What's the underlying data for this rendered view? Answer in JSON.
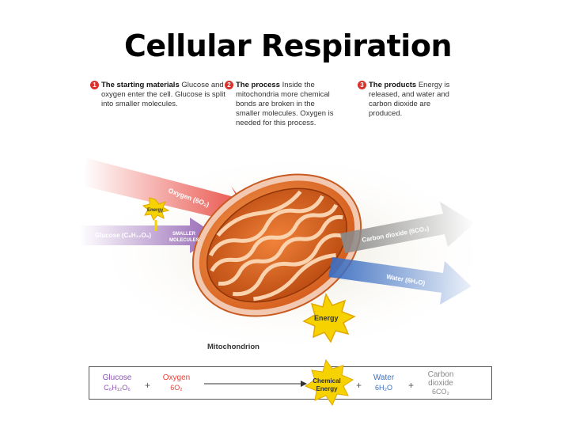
{
  "title": "Cellular Respiration",
  "steps": [
    {
      "num": "1",
      "heading": "The starting materials",
      "text": "Glucose and oxygen enter the cell. Glucose is split into smaller molecules."
    },
    {
      "num": "2",
      "heading": "The process",
      "text": "Inside the mitochondria more chemical bonds are broken in the smaller molecules. Oxygen is needed for this process."
    },
    {
      "num": "3",
      "heading": "The products",
      "text": "Energy is released, and water and carbon dioxide are produced."
    }
  ],
  "arrows": {
    "oxygen": "Oxygen (6O₂)",
    "glucose": "Glucose (C₆H₁₂O₆)",
    "smaller_molecules_1": "SMALLER",
    "smaller_molecules_2": "MOLECULES",
    "carbon_dioxide": "Carbon dioxide (6CO₂)",
    "water": "Water (6H₂O)",
    "energy_small": "Energy",
    "energy_big": "Energy"
  },
  "mitochondrion_label": "Mitochondrion",
  "equation": {
    "glucose_name": "Glucose",
    "glucose_formula": "C₆H₁₂O₆",
    "plus1": "+",
    "oxygen_name": "Oxygen",
    "oxygen_formula": "6O₂",
    "energy_line1": "Chemical",
    "energy_line2": "Energy",
    "plus2": "+",
    "water_name": "Water",
    "water_formula": "6H₂O",
    "plus3": "+",
    "co2_line1": "Carbon",
    "co2_line2": "dioxide",
    "co2_formula": "6CO₂"
  },
  "colors": {
    "oxygen": "#e8423a",
    "glucose": "#8a56b0",
    "carbon_dioxide": "#8a8a8a",
    "water": "#3b6fc4",
    "energy_star": "#f5d200",
    "mito": "#e8782a",
    "step_number": "#d9312b"
  }
}
